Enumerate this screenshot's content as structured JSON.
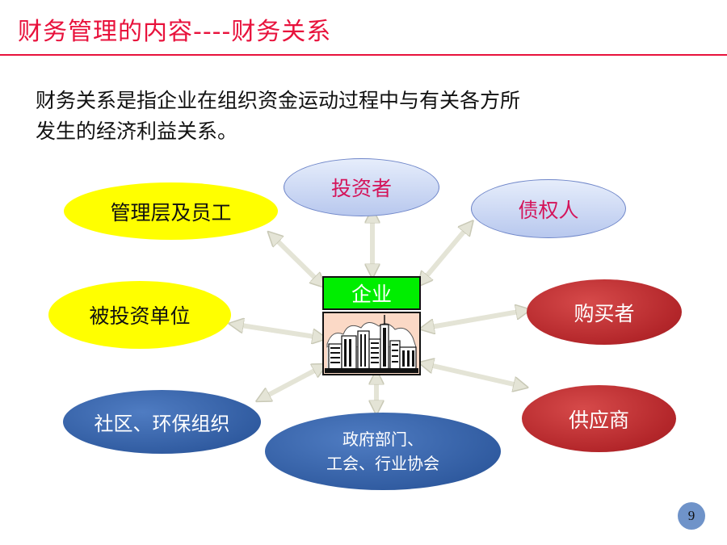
{
  "title": "财务管理的内容----财务关系",
  "intro": {
    "line1": "财务关系是指企业在组织资金运动过程中与有关各方所",
    "line2": "发生的经济利益关系。"
  },
  "center": {
    "label": "企业"
  },
  "nodes": {
    "investor": "投资者",
    "creditor": "债权人",
    "management": "管理层及员工",
    "investee": "被投资单位",
    "buyer": "购买者",
    "community": "社区、环保组织",
    "supplier": "供应商",
    "government_line1": "政府部门、",
    "government_line2": "工会、行业协会"
  },
  "colors": {
    "title": "#e8123c",
    "center_label": "#00ee00",
    "yellow_node": "#ffff00",
    "light_blue_node": "#c5d3f2",
    "red_node": "#b3262a",
    "dark_blue_node": "#2f5a9f"
  },
  "page_number": "9"
}
